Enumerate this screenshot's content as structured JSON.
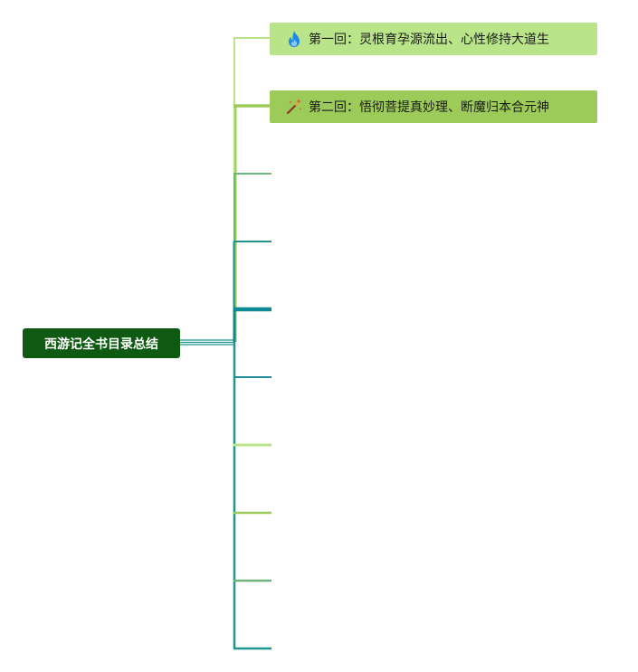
{
  "root": {
    "label": "西游记全书目录总结"
  },
  "chapters": [
    {
      "label": "第一回：灵根育孕源流出、心性修持大道生",
      "icon": "fire-icon"
    },
    {
      "label": "第二回：悟彻菩提真妙理、断魔归本合元神",
      "icon": "magic-wand-icon"
    }
  ],
  "colors": {
    "root_fill": "#0f5a12",
    "chapter1_fill": "#b9e48a",
    "chapter2_fill": "#9ccb59",
    "branch_light_green": "#b9e48a",
    "branch_green": "#9ccb59",
    "branch_mid_green": "#6fb47c",
    "branch_teal": "#1f9590",
    "branch_dark_teal": "#0f8a94"
  }
}
